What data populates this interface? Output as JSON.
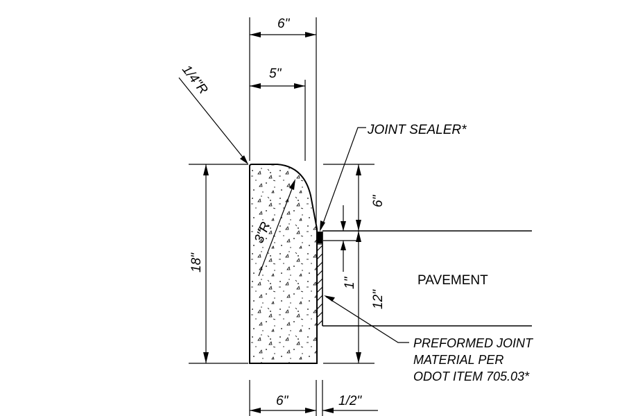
{
  "dimensions": {
    "top_width": "6\"",
    "inner_width": "5\"",
    "corner_radius": "1/4\"R",
    "face_radius": "3\"R",
    "overall_height": "18\"",
    "upper_height": "6\"",
    "pavement_depth": "12\"",
    "sealer_depth": "1\"",
    "bottom_width": "6\"",
    "joint_width": "1/2\""
  },
  "labels": {
    "joint_sealer": "JOINT SEALER*",
    "pavement": "PAVEMENT",
    "preformed_line1": "PREFORMED JOINT",
    "preformed_line2": "MATERIAL PER",
    "preformed_line3": "ODOT ITEM 705.03*"
  },
  "colors": {
    "line": "#000000",
    "background": "#ffffff"
  }
}
